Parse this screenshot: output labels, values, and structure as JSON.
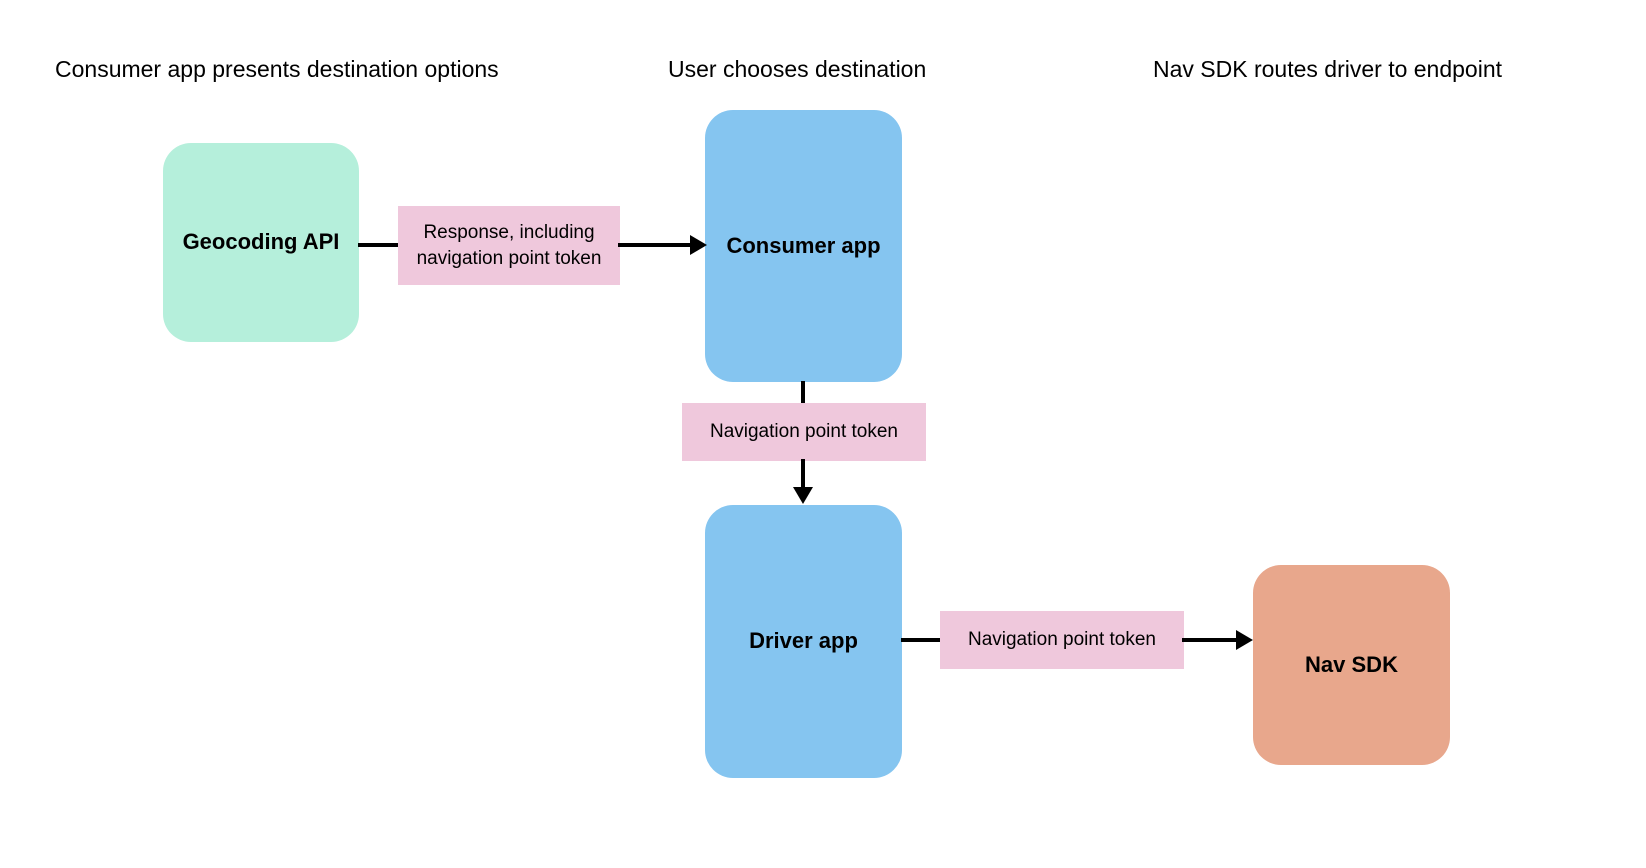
{
  "diagram": {
    "background_color": "#ffffff",
    "headers": [
      {
        "id": "col1",
        "label": "Consumer app presents destination options"
      },
      {
        "id": "col2",
        "label": "User chooses destination"
      },
      {
        "id": "col3",
        "label": "Nav SDK routes driver to endpoint"
      }
    ],
    "nodes": [
      {
        "id": "geocoding-api",
        "label": "Geocoding API",
        "color": "#b5efdb"
      },
      {
        "id": "consumer-app",
        "label": "Consumer app",
        "color": "#85c5f0"
      },
      {
        "id": "driver-app",
        "label": "Driver app",
        "color": "#85c5f0"
      },
      {
        "id": "nav-sdk",
        "label": "Nav SDK",
        "color": "#e8a78c"
      }
    ],
    "edge_labels": [
      {
        "id": "response-token",
        "label": "Response, including navigation point token",
        "color": "#efc8dc"
      },
      {
        "id": "nav-token-consumer-driver",
        "label": "Navigation point token",
        "color": "#efc8dc"
      },
      {
        "id": "nav-token-driver-navsdk",
        "label": "Navigation point token",
        "color": "#efc8dc"
      }
    ],
    "edges": [
      {
        "id": "geocoding-to-consumer",
        "from": "geocoding-api",
        "to": "consumer-app",
        "direction": "right"
      },
      {
        "id": "consumer-to-driver",
        "from": "consumer-app",
        "to": "driver-app",
        "direction": "down"
      },
      {
        "id": "driver-to-navsdk",
        "from": "driver-app",
        "to": "nav-sdk",
        "direction": "right"
      }
    ],
    "stroke_color": "#000000"
  }
}
